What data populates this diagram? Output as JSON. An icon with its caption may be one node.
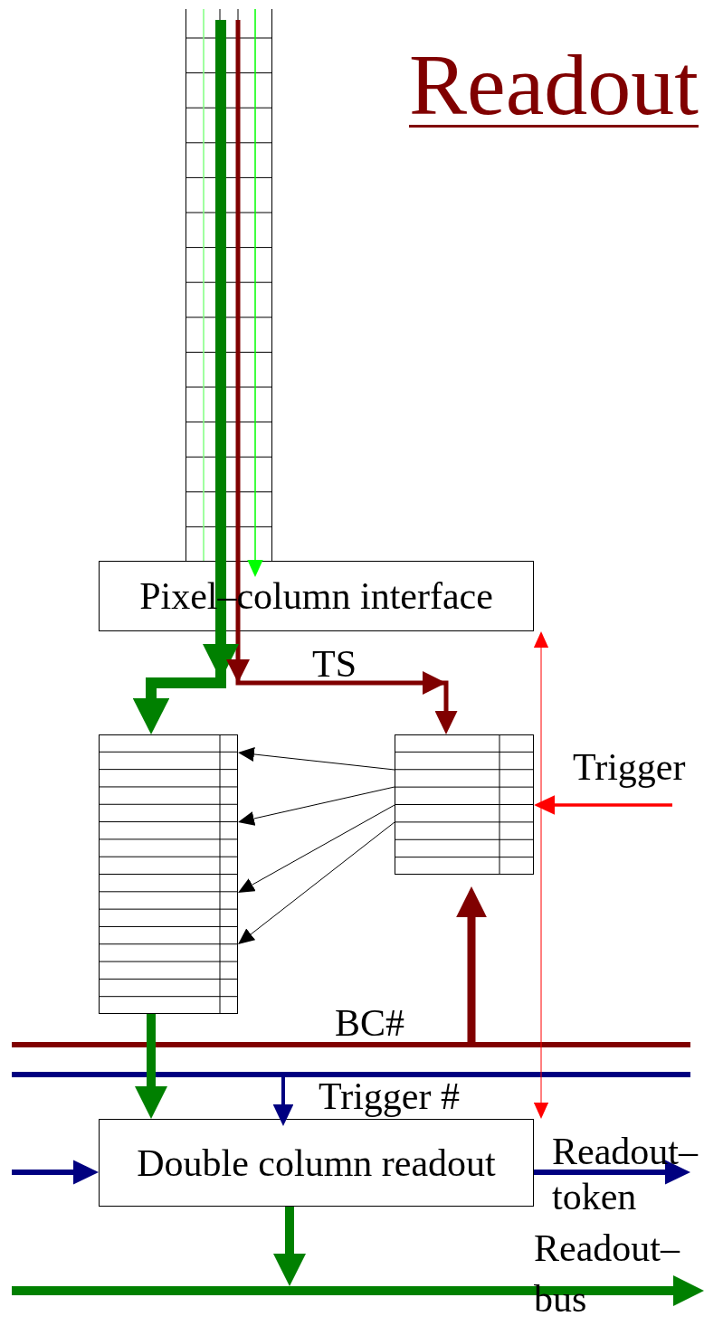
{
  "diagram": {
    "title": "Readout",
    "nodes": [
      {
        "text": [],
        "shape": "box"
      },
      {
        "text": [
          "Pixel–column interface"
        ]
      },
      {
        "text": [],
        "shape": "box"
      },
      {
        "text": [],
        "shape": "box"
      },
      {
        "text": [
          "Double column readout"
        ]
      },
      {
        "text": [
          "BC#"
        ]
      },
      {
        "text": [
          "Trigger #"
        ]
      },
      {
        "text": [
          "Readout– bus"
        ]
      }
    ],
    "edges": [
      {
        "from": 0,
        "to": 1,
        "arrow": "none",
        "style": "thick",
        "color": "#008000"
      },
      {
        "from": 1,
        "to": 2,
        "arrow": "to",
        "style": "thick",
        "color": "#008000"
      },
      {
        "from": 0,
        "to": 1,
        "arrow": "none",
        "color": "#800000"
      },
      {
        "from": 1,
        "to": 3,
        "arrow": "to",
        "label": "TS",
        "color": "#800000"
      },
      {
        "from": 0,
        "to": 1,
        "arrow": "to",
        "color": "#00ff00"
      },
      {
        "from": 3,
        "to": 2,
        "arrow": "to",
        "color": "#000000"
      },
      {
        "from": 3,
        "to": 2,
        "arrow": "to",
        "color": "#000000"
      },
      {
        "from": 3,
        "to": 2,
        "arrow": "to",
        "color": "#000000"
      },
      {
        "from": 3,
        "to": 2,
        "arrow": "to",
        "color": "#000000"
      },
      {
        "from": 4,
        "to": 1,
        "arrow": "both",
        "color": "#ff0000"
      },
      {
        "from": null,
        "to": 3,
        "arrow": "to",
        "label": "Trigger",
        "color": "#ff0000"
      },
      {
        "from": 5,
        "to": 3,
        "arrow": "to",
        "style": "thick",
        "color": "#800000"
      },
      {
        "from": 2,
        "to": 4,
        "arrow": "to",
        "style": "thick",
        "color": "#008000"
      },
      {
        "from": 6,
        "to": 4,
        "arrow": "to",
        "color": "#000080"
      },
      {
        "from": null,
        "to": 4,
        "arrow": "to",
        "color": "#000080"
      },
      {
        "from": 4,
        "to": null,
        "arrow": "to",
        "label": "Readout– token",
        "color": "#000080"
      },
      {
        "from": 4,
        "to": 7,
        "arrow": "to",
        "style": "thick",
        "color": "#008000"
      }
    ]
  }
}
